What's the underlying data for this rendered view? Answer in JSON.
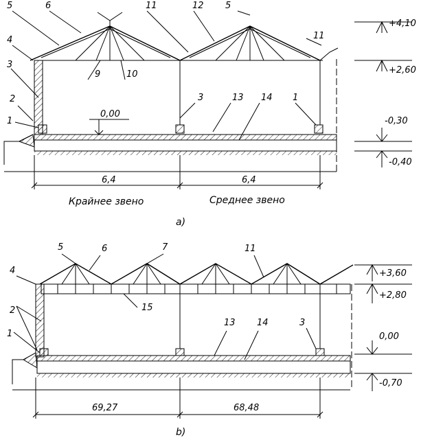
{
  "diagram_a": {
    "callouts": [
      "5",
      "6",
      "11",
      "12",
      "5",
      "11",
      "4",
      "3",
      "9",
      "10",
      "2",
      "1",
      "3",
      "13",
      "14",
      "1"
    ],
    "levels": [
      "+4,10",
      "+2,60",
      "-0,30",
      "-0,40"
    ],
    "zero_mark": "0,00",
    "dims": [
      "6,4",
      "6,4"
    ],
    "spans": [
      "Крайнее звено",
      "Среднее звено"
    ],
    "caption": "a)"
  },
  "diagram_b": {
    "callouts": [
      "5",
      "6",
      "7",
      "11",
      "4",
      "15",
      "2",
      "1",
      "13",
      "14",
      "3"
    ],
    "levels": [
      "+3,60",
      "+2,80",
      "0,00",
      "-0,70"
    ],
    "dims": [
      "69,27",
      "68,48"
    ],
    "caption": "b)"
  }
}
